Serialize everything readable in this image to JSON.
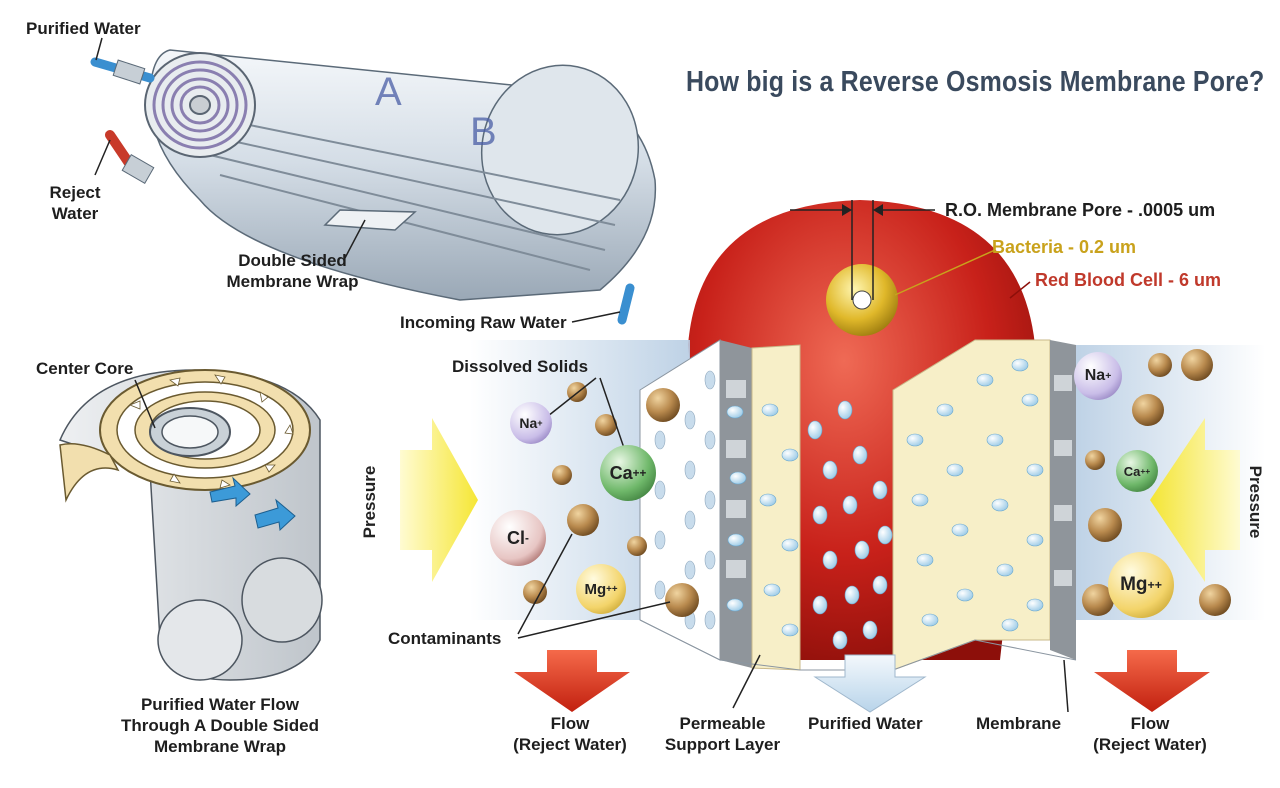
{
  "title": "How big is a Reverse Osmosis Membrane Pore?",
  "module_labels": {
    "purified_water": "Purified Water",
    "reject_water_line1": "Reject",
    "reject_water_line2": "Water",
    "double_sided_line1": "Double Sided",
    "double_sided_line2": "Membrane Wrap",
    "incoming_raw_water": "Incoming Raw Water"
  },
  "core_labels": {
    "center_core": "Center Core",
    "caption_line1": "Purified Water Flow",
    "caption_line2": "Through A Double Sided",
    "caption_line3": "Membrane Wrap"
  },
  "scale_labels": {
    "pore": "R.O. Membrane Pore - .0005 um",
    "bacteria": "Bacteria - 0.2 um",
    "rbc": "Red Blood Cell - 6 um"
  },
  "cross_section_labels": {
    "dissolved_solids": "Dissolved Solids",
    "contaminants": "Contaminants",
    "pressure_left": "Pressure",
    "pressure_right": "Pressure",
    "flow_left_line1": "Flow",
    "flow_left_line2": "(Reject Water)",
    "permeable_line1": "Permeable",
    "permeable_line2": "Support Layer",
    "purified_water": "Purified Water",
    "membrane": "Membrane",
    "flow_right_line1": "Flow",
    "flow_right_line2": "(Reject Water)"
  },
  "ions": {
    "na_left": "Na",
    "na_left_charge": "+",
    "ca_left": "Ca",
    "ca_left_charge": "++",
    "cl_left": "Cl",
    "cl_left_charge": "-",
    "mg_left": "Mg",
    "mg_left_charge": "++",
    "na_right": "Na",
    "na_right_charge": "+",
    "ca_right": "Ca",
    "ca_right_charge": "++",
    "mg_right": "Mg",
    "mg_right_charge": "++"
  },
  "colors": {
    "title": "#3a4a5e",
    "bacteria_label": "#c9a21c",
    "rbc_label": "#c0392b",
    "red_blood_cell": "#c8211a",
    "pressure_arrow": "#f5e52a",
    "reject_arrow": "#e23a22",
    "purified_arrow": "#dcecf6",
    "membrane_wall": "#8f959b",
    "support_layer": "#f7efc8"
  }
}
